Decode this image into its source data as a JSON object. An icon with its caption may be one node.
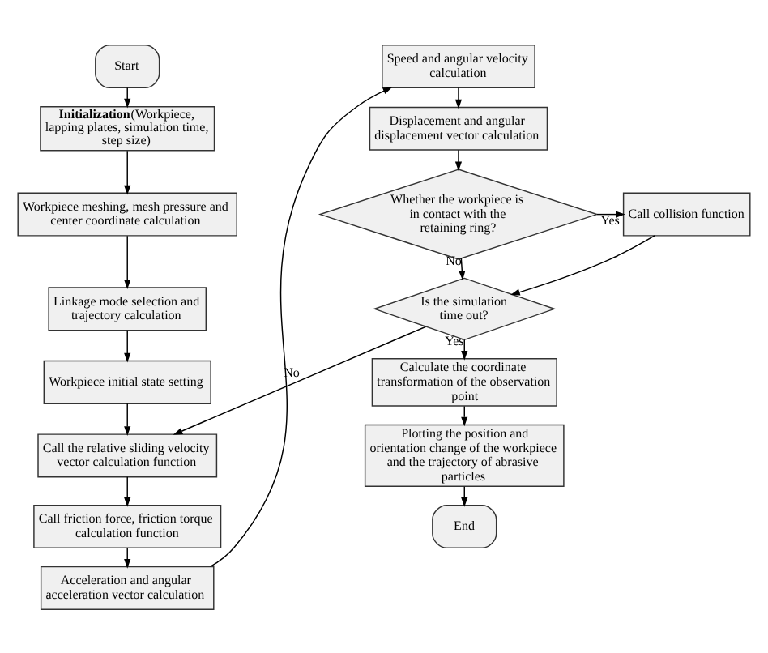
{
  "diagram": {
    "nodes": [
      {
        "text": [
          "Start"
        ]
      },
      {
        "text": [
          "**Initialization**(Workpiece, lapping plates, simulation time, step size)"
        ]
      },
      {
        "text": [
          "Workpiece meshing, mesh pressure and center coordinate calculation"
        ]
      },
      {
        "text": [
          "Linkage mode selection and trajectory calculation"
        ]
      },
      {
        "text": [
          "Workpiece initial state setting"
        ]
      },
      {
        "text": [
          "Call the relative sliding velocity vector calculation function"
        ]
      },
      {
        "text": [
          "Call friction force, friction torque calculation function"
        ]
      },
      {
        "text": [
          "Acceleration and angular acceleration vector calculation"
        ]
      },
      {
        "text": [
          "Speed and angular velocity calculation"
        ]
      },
      {
        "text": [
          "Displacement and angular displacement vector calculation"
        ]
      },
      {
        "text": [
          "Whether the workpiece is in contact with the retaining ring?"
        ]
      },
      {
        "text": [
          "Call collision function"
        ]
      },
      {
        "text": [
          "Is the simulation time out?"
        ]
      },
      {
        "text": [
          "Calculate the coordinate transformation of the observation point"
        ]
      },
      {
        "text": [
          "Plotting the position and orientation change of the workpiece and the trajectory of abrasive particles"
        ]
      },
      {
        "text": [
          "End"
        ]
      }
    ],
    "edges": [
      {
        "from": 0,
        "to": 1,
        "arrow": "to"
      },
      {
        "from": 1,
        "to": 2,
        "arrow": "to"
      },
      {
        "from": 2,
        "to": 3,
        "arrow": "to"
      },
      {
        "from": 3,
        "to": 4,
        "arrow": "to"
      },
      {
        "from": 4,
        "to": 5,
        "arrow": "to"
      },
      {
        "from": 5,
        "to": 6,
        "arrow": "to"
      },
      {
        "from": 6,
        "to": 7,
        "arrow": "to"
      },
      {
        "from": 7,
        "to": 8,
        "arrow": "to"
      },
      {
        "from": 8,
        "to": 9,
        "arrow": "to"
      },
      {
        "from": 9,
        "to": 10,
        "arrow": "to"
      },
      {
        "from": 10,
        "to": 11,
        "arrow": "to",
        "label": "Yes"
      },
      {
        "from": 10,
        "to": 12,
        "arrow": "to",
        "label": "No"
      },
      {
        "from": 11,
        "to": 12,
        "arrow": "to"
      },
      {
        "from": 12,
        "to": 5,
        "arrow": "to",
        "label": "No"
      },
      {
        "from": 12,
        "to": 13,
        "arrow": "to",
        "label": "Yes"
      },
      {
        "from": 13,
        "to": 14,
        "arrow": "to"
      },
      {
        "from": 14,
        "to": 15,
        "arrow": "to"
      }
    ]
  }
}
